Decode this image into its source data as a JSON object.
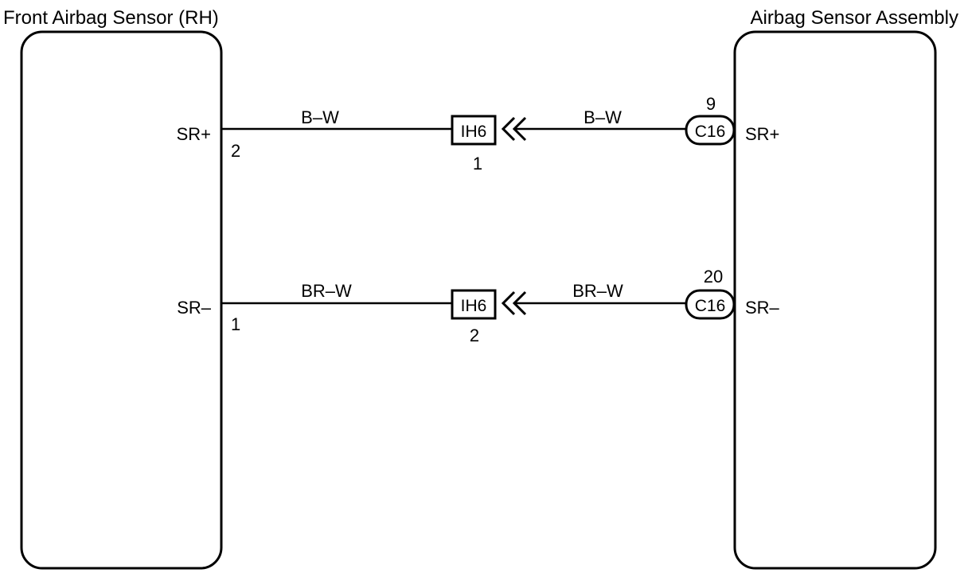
{
  "left_component": {
    "title": "Front Airbag Sensor (RH)",
    "pins": [
      {
        "name": "SR+",
        "number": "2"
      },
      {
        "name": "SR–",
        "number": "1"
      }
    ]
  },
  "right_component": {
    "title": "Airbag Sensor Assembly",
    "pins": [
      {
        "name": "SR+",
        "number": "9",
        "connector": "C16"
      },
      {
        "name": "SR–",
        "number": "20",
        "connector": "C16"
      }
    ]
  },
  "wires": [
    {
      "left_color": "B–W",
      "right_color": "B–W",
      "junction": "IH6",
      "junction_pin": "1"
    },
    {
      "left_color": "BR–W",
      "right_color": "BR–W",
      "junction": "IH6",
      "junction_pin": "2"
    }
  ],
  "colors": {
    "line": "#000000",
    "background": "#ffffff"
  }
}
